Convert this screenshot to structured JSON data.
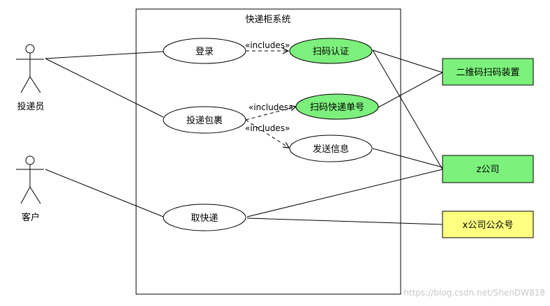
{
  "system": {
    "title": "快递柜系统"
  },
  "actors": {
    "courier": {
      "label": "投递员"
    },
    "customer": {
      "label": "客户"
    }
  },
  "usecases": {
    "login": {
      "label": "登录",
      "color": "#ffffff"
    },
    "scan_auth": {
      "label": "扫码认证",
      "color": "#7cef7c"
    },
    "deliver": {
      "label": "投递包裹",
      "color": "#ffffff"
    },
    "scan_order": {
      "label": "扫码快递单号",
      "color": "#7cef7c"
    },
    "send_info": {
      "label": "发送信息",
      "color": "#ffffff"
    },
    "pickup": {
      "label": "取快递",
      "color": "#ffffff"
    }
  },
  "externals": {
    "qr_device": {
      "label": "二维码扫码装置",
      "color": "#7cf27c"
    },
    "z_company": {
      "label": "z公司",
      "color": "#7cf27c"
    },
    "x_official": {
      "label": "x公司公众号",
      "color": "#ffff80"
    }
  },
  "relations": {
    "includes_login": "«includes»",
    "includes_scan_order": "«includes»",
    "includes_send_info": "«includes»"
  },
  "watermark": "https://blog.csdn.net/ShenDW818"
}
